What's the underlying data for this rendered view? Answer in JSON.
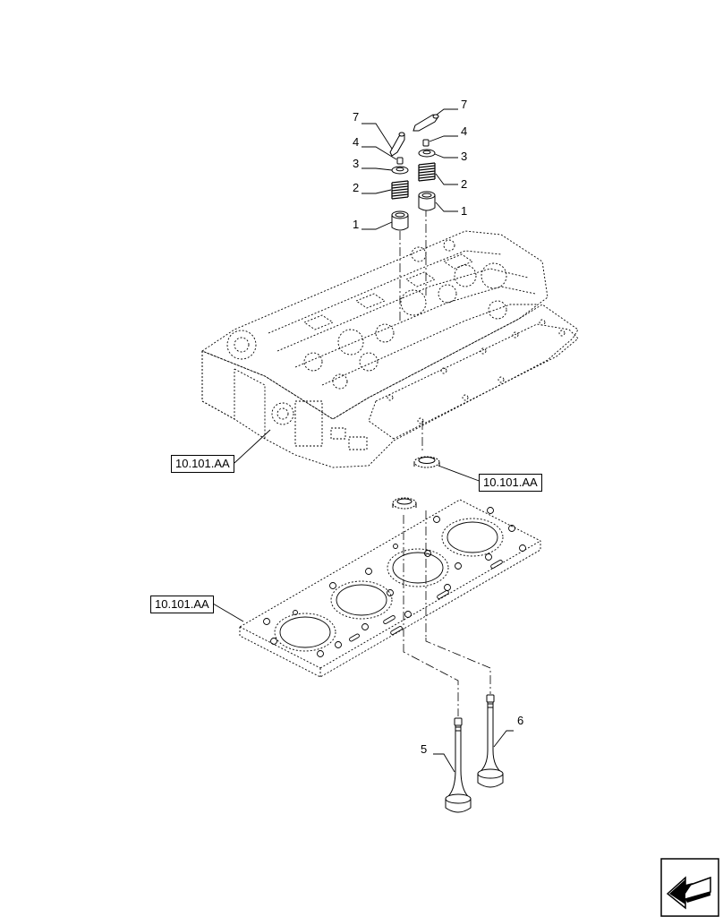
{
  "references": [
    {
      "id": "ref-cylinder-head",
      "label": "10.101.AA"
    },
    {
      "id": "ref-seal",
      "label": "10.101.AA"
    },
    {
      "id": "ref-gasket",
      "label": "10.101.AA"
    }
  ],
  "callouts": [
    {
      "id": "left-7",
      "label": "7"
    },
    {
      "id": "left-4",
      "label": "4"
    },
    {
      "id": "left-3",
      "label": "3"
    },
    {
      "id": "left-2",
      "label": "2"
    },
    {
      "id": "left-1",
      "label": "1"
    },
    {
      "id": "right-7",
      "label": "7"
    },
    {
      "id": "right-4",
      "label": "4"
    },
    {
      "id": "right-3",
      "label": "3"
    },
    {
      "id": "right-2",
      "label": "2"
    },
    {
      "id": "right-1",
      "label": "1"
    },
    {
      "id": "valve-5",
      "label": "5"
    },
    {
      "id": "valve-6",
      "label": "6"
    }
  ],
  "icons": {
    "nav_arrow": "next-page-arrow-icon"
  }
}
